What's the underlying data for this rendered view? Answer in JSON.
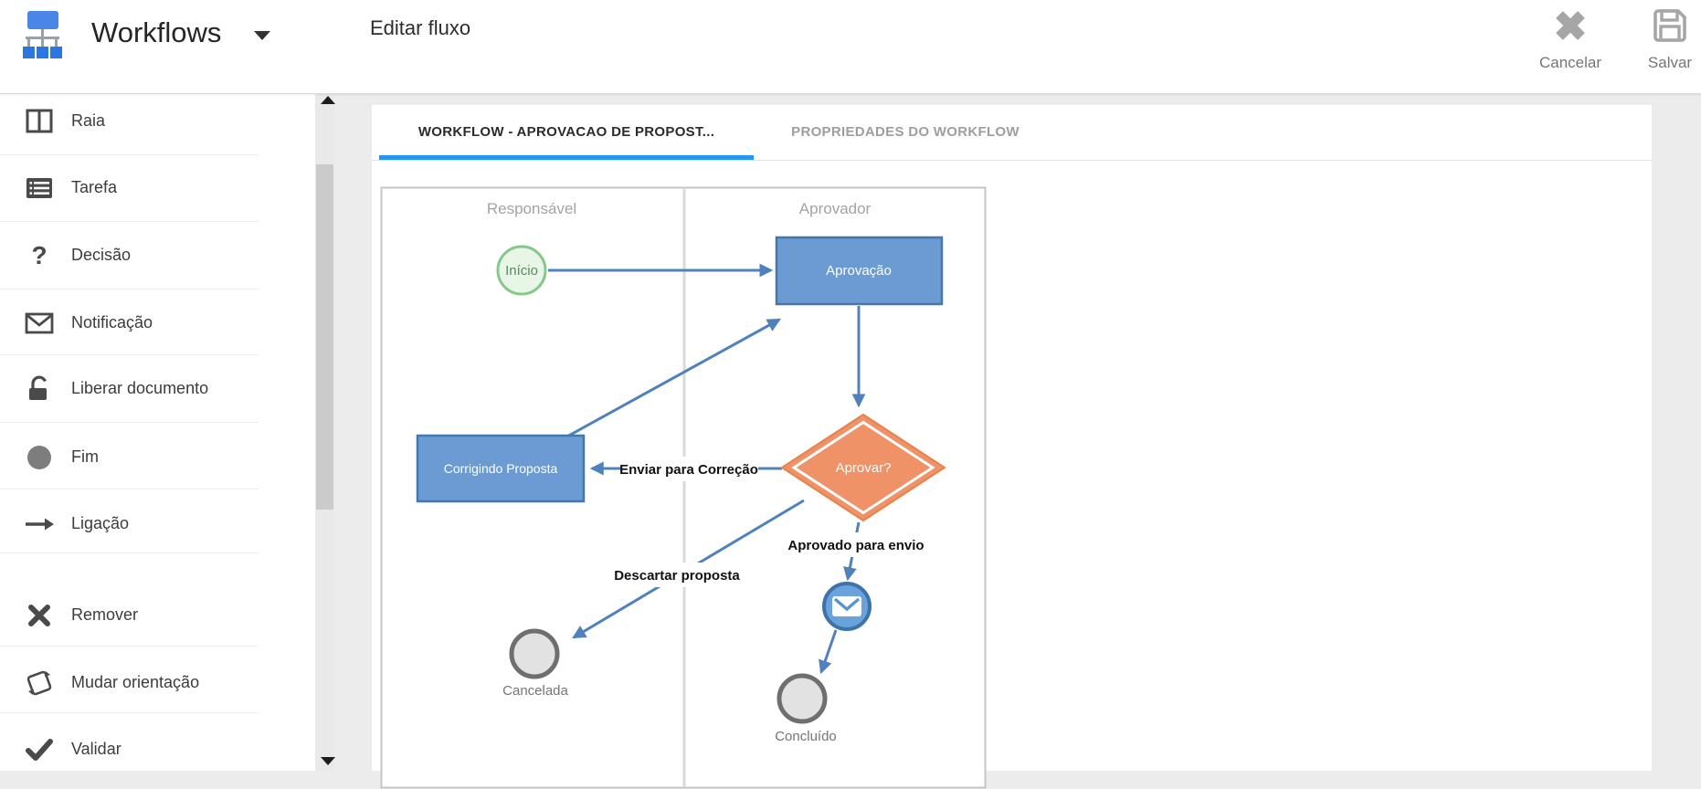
{
  "header": {
    "app_title": "Workflows",
    "page_title": "Editar fluxo",
    "cancel_label": "Cancelar",
    "save_label": "Salvar"
  },
  "tabs": {
    "active_label": "WORKFLOW - APROVACAO DE PROPOST...",
    "inactive_label": "PROPRIEDADES DO WORKFLOW"
  },
  "sidebar": {
    "items": [
      {
        "label": "Raia",
        "icon": "swimlane-icon"
      },
      {
        "label": "Tarefa",
        "icon": "task-icon"
      },
      {
        "label": "Decisão",
        "icon": "question-mark-icon",
        "glyph": "?"
      },
      {
        "label": "Notificação",
        "icon": "envelope-icon"
      },
      {
        "label": "Liberar documento",
        "icon": "unlock-icon"
      },
      {
        "label": "Fim",
        "icon": "end-circle-icon"
      },
      {
        "label": "Ligação",
        "icon": "arrow-right-icon"
      },
      {
        "label": "Remover",
        "icon": "x-icon"
      },
      {
        "label": "Mudar orientação",
        "icon": "rotate-icon"
      },
      {
        "label": "Validar",
        "icon": "check-icon"
      }
    ]
  },
  "diagram": {
    "lanes": [
      {
        "label": "Responsável"
      },
      {
        "label": "Aprovador"
      }
    ],
    "nodes": {
      "start": "Início",
      "approval": "Aprovação",
      "decision": "Aprovar?",
      "correcting": "Corrigindo Proposta",
      "cancelled": "Cancelada",
      "completed": "Concluído"
    },
    "edge_labels": {
      "to_correction": "Enviar para Correção",
      "approved": "Aprovado para envio",
      "discard": "Descartar proposta"
    }
  },
  "colors": {
    "accent_blue": "#2196f3",
    "node_blue_fill": "#6b9bd2",
    "node_blue_border": "#4178ad",
    "arrow_blue": "#4f81bd",
    "diamond_fill": "#ef9268",
    "diamond_border": "#e8824d",
    "start_fill": "#e7f6e7",
    "start_border": "#85c989",
    "end_fill": "#e2e2e2",
    "end_border": "#6f6f6f",
    "logo_blue": "#4a86e8"
  }
}
